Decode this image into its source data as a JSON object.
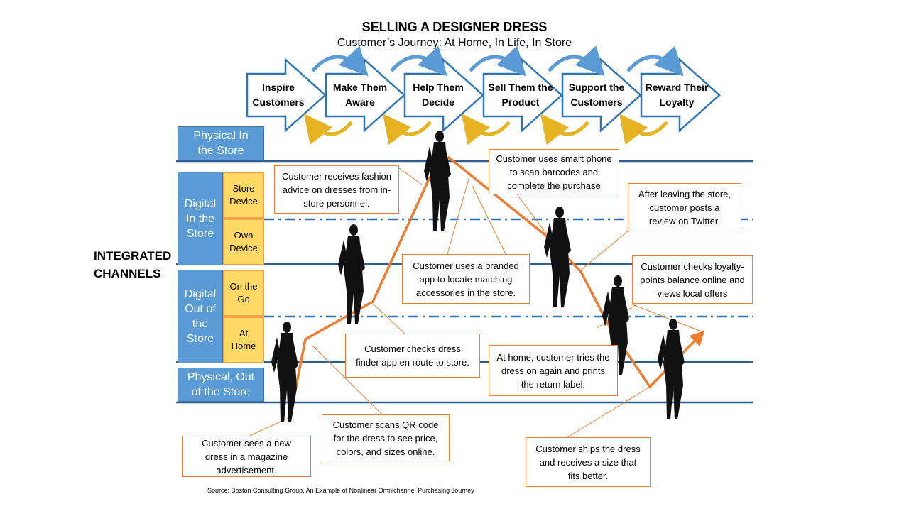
{
  "title": "SELLING A DESIGNER  DRESS",
  "subtitle": "Customer’s Journey: At Home, In Life, In Store",
  "steps": [
    {
      "line1": "Inspire",
      "line2": "Customers"
    },
    {
      "line1": "Make Them",
      "line2": "Aware"
    },
    {
      "line1": "Help Them",
      "line2": "Decide"
    },
    {
      "line1": "Sell Them the",
      "line2": "Product"
    },
    {
      "line1": "Support the",
      "line2": "Customers"
    },
    {
      "line1": "Reward Their",
      "line2": "Loyalty"
    }
  ],
  "channels_label": {
    "line1": "INTEGRATED",
    "line2": "CHANNELS"
  },
  "lanes": {
    "physical_in_store": {
      "line1": "Physical In",
      "line2": "the Store"
    },
    "digital_in_store": {
      "line1": "Digital",
      "line2": "In the",
      "line3": "Store"
    },
    "digital_out_store": {
      "line1": "Digital",
      "line2": "Out of",
      "line3": "the",
      "line4": "Store"
    },
    "physical_out_store": {
      "line1": "Physical, Out",
      "line2": "of the Store"
    }
  },
  "sublanes": {
    "store_device": {
      "line1": "Store",
      "line2": "Device"
    },
    "own_device": {
      "line1": "Own",
      "line2": "Device"
    },
    "on_the_go": {
      "line1": "On the",
      "line2": "Go"
    },
    "at_home": {
      "line1": "At",
      "line2": "Home"
    }
  },
  "callouts": {
    "magazine": {
      "line1": "Customer sees a new",
      "line2": "dress in a magazine",
      "line3": "advertisement."
    },
    "qr": {
      "line1": "Customer scans QR code",
      "line2": "for the dress to see price,",
      "line3": "colors, and sizes online."
    },
    "finder": {
      "line1": "Customer checks dress",
      "line2": "finder app en route to store."
    },
    "advice": {
      "line1": "Customer receives fashion",
      "line2": "advice on dresses from in-",
      "line3": "store personnel."
    },
    "branded_app": {
      "line1": "Customer uses a branded",
      "line2": "app to locate matching",
      "line3": "accessories in the store."
    },
    "smartphone": {
      "line1": "Customer uses smart phone",
      "line2": "to scan barcodes and",
      "line3": "complete the purchase"
    },
    "twitter": {
      "line1": "After leaving the store,",
      "line2": "customer posts a",
      "line3": "review on Twitter."
    },
    "loyalty": {
      "line1": "Customer checks loyalty-",
      "line2": "points balance online and",
      "line3": "views local offers"
    },
    "at_home": {
      "line1": "At home, customer tries the",
      "line2": "dress on again and prints",
      "line3": "the return label."
    },
    "ships": {
      "line1": "Customer ships the dress",
      "line2": "and receives a size that",
      "line3": "fits better."
    }
  },
  "source": "Source: Boston Consulting Group, An Example of Nonlinear Omnichannel Purchasing Journey",
  "colors": {
    "lane_blue": "#5b9bd5",
    "line_blue": "#2e5f8f",
    "sub_yellow": "#ffd966",
    "orange": "#ed7d31",
    "arrow_gold": "#e6b422"
  }
}
